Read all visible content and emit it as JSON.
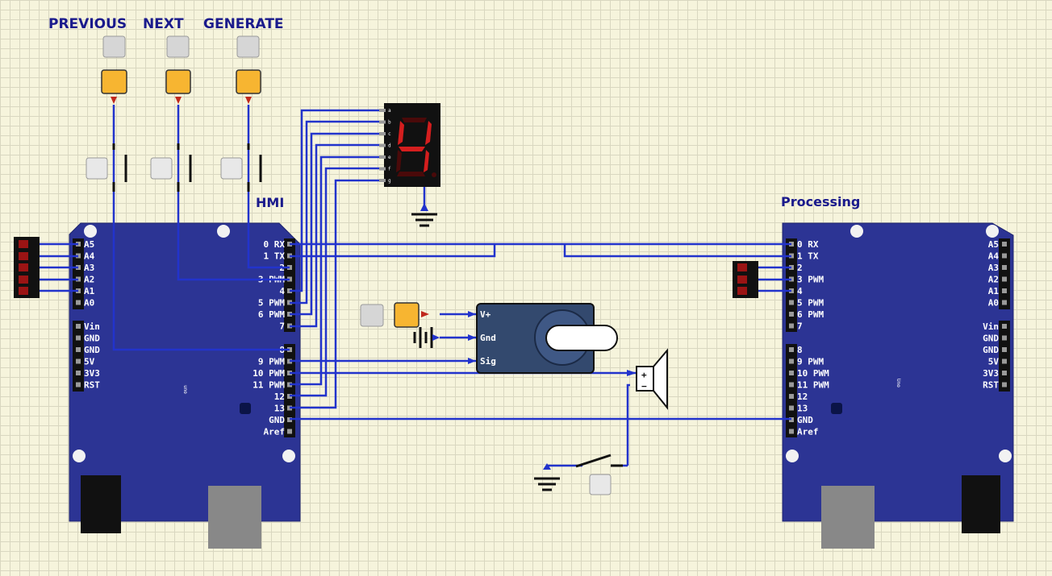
{
  "labels": {
    "previous": "PREVIOUS",
    "next": "NEXT",
    "generate": "GENERATE",
    "hmi": "HMI",
    "processing": "Processing"
  },
  "board_left": {
    "analog_pins": [
      "A5",
      "A4",
      "A3",
      "A2",
      "A1",
      "A0"
    ],
    "power_pins": [
      "Vin",
      "GND",
      "GND",
      "5V",
      "3V3",
      "RST"
    ],
    "digital_pins": [
      "0 RX",
      "1 TX",
      "2",
      "3 PWM",
      "4",
      "5 PWM",
      "6 PWM",
      "7",
      "8",
      "9 PWM",
      "10 PWM",
      "11 PWM",
      "12",
      "13",
      "GND",
      "Aref"
    ],
    "name": "uno"
  },
  "board_right": {
    "analog_pins": [
      "A5",
      "A4",
      "A3",
      "A2",
      "A1",
      "A0"
    ],
    "power_pins": [
      "Vin",
      "GND",
      "GND",
      "5V",
      "3V3",
      "RST"
    ],
    "digital_pins": [
      "0 RX",
      "1 TX",
      "2",
      "3 PWM",
      "4",
      "5 PWM",
      "6 PWM",
      "7",
      "8",
      "9 PWM",
      "10 PWM",
      "11 PWM",
      "12",
      "13",
      "GND",
      "Aref"
    ],
    "name": "Uno"
  },
  "seven_segment": {
    "pins": [
      "a",
      "b",
      "c",
      "d",
      "e",
      "f",
      "g"
    ]
  },
  "servo": {
    "pins": [
      "V+",
      "Gnd",
      "Sig"
    ]
  },
  "speaker": {
    "plus": "+",
    "minus": "−"
  },
  "colors": {
    "board": "#2c3494",
    "wire": "#2233cc",
    "accent": "#f7b531",
    "label": "#1a1a8c"
  }
}
